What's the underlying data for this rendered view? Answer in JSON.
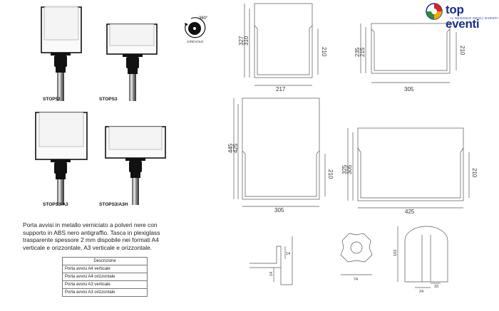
{
  "brand": {
    "name": "top eventi",
    "tagline": "IL NEGOZIO DEGLI EVENTI",
    "logo_colors": [
      "#d8232a",
      "#1a2d8c",
      "#2e8b3a",
      "#f2a900"
    ]
  },
  "rotation": {
    "degrees": "360°",
    "label": "GIREVOLE"
  },
  "products": [
    {
      "code": "STOP52"
    },
    {
      "code": "STOPS3"
    },
    {
      "code": "STOPS3/A3"
    },
    {
      "code": "STOPS3/A3H"
    }
  ],
  "description": "Porta avvisi in metallo verniciato a polveri nere con supporto in ABS nero antigraffio. Tasca in plexiglass trasparente spessore 2 mm dispobile nei formati A4 verticale e orizzontale, A3 verticale e orizzontale.",
  "table": {
    "header": "Descrizione",
    "rows": [
      "Porta avvisi A4 verticale",
      "Porta avvisi A4 orizzontale",
      "Porta avvisi A3 verticale",
      "Porta avvisi A3 orizzontale"
    ]
  },
  "dimensions": {
    "a4_vertical": {
      "outer_height": "327",
      "inner_height": "310",
      "pocket_height": "210",
      "width": "217"
    },
    "a4_horizontal": {
      "outer_height": "235",
      "inner_height": "215",
      "pocket_height": "210",
      "width": "305"
    },
    "a3_vertical": {
      "outer_height": "445",
      "inner_height": "425",
      "pocket_height": "210",
      "width": "305"
    },
    "a3_horizontal": {
      "outer_height": "325",
      "inner_height": "305",
      "pocket_height": "210",
      "width": "425"
    },
    "profile": {
      "a": "14",
      "b": "14"
    },
    "base": {
      "width": "74"
    },
    "clamp": {
      "height": "103",
      "width_a": "24",
      "width_b": "33"
    }
  }
}
